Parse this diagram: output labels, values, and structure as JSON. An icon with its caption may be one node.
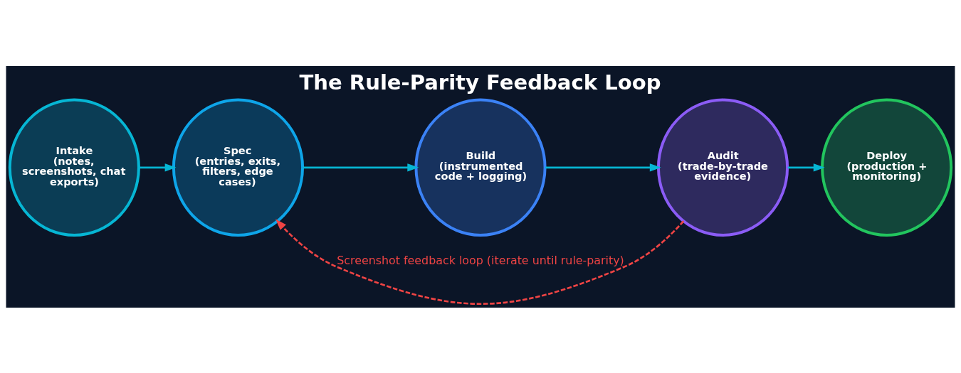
{
  "diagram": {
    "title": "The Rule-Parity Feedback Loop",
    "nodes": [
      {
        "text": [
          "Intake",
          "(notes, screenshots, chat exports)"
        ]
      },
      {
        "text": [
          "Spec",
          "(entries, exits, filters, edge cases)"
        ]
      },
      {
        "text": [
          "Build",
          "(instrumented code + logging)"
        ]
      },
      {
        "text": [
          "Audit",
          "(trade-by-trade evidence)"
        ]
      },
      {
        "text": [
          "Deploy",
          "(production + monitoring)"
        ]
      }
    ],
    "edges": [
      {
        "from": 0,
        "to": 1,
        "arrow": "to"
      },
      {
        "from": 1,
        "to": 2,
        "arrow": "to"
      },
      {
        "from": 2,
        "to": 3,
        "arrow": "to"
      },
      {
        "from": 3,
        "to": 4,
        "arrow": "to"
      },
      {
        "from": 3,
        "to": 1,
        "arrow": "to",
        "style": "dashed",
        "color": "#ef4444",
        "label": "Screenshot feedback loop (iterate until rule-parity)"
      }
    ]
  }
}
